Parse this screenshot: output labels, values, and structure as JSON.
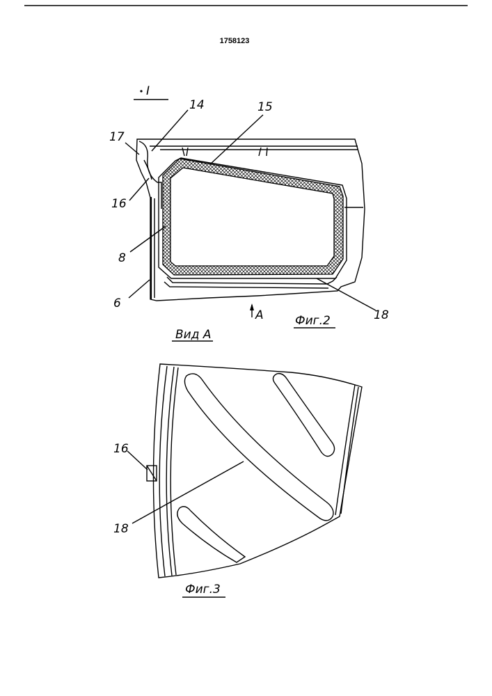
{
  "document": {
    "patent_number": "1758123"
  },
  "figure2": {
    "section_mark": "I",
    "view_arrow_label": "A",
    "caption": "Фиг.2",
    "callouts": [
      "17",
      "14",
      "15",
      "16",
      "8",
      "6",
      "18"
    ]
  },
  "figure3": {
    "view_title": "Вид А",
    "caption": "Фиг.3",
    "callouts": [
      "16",
      "18"
    ]
  }
}
